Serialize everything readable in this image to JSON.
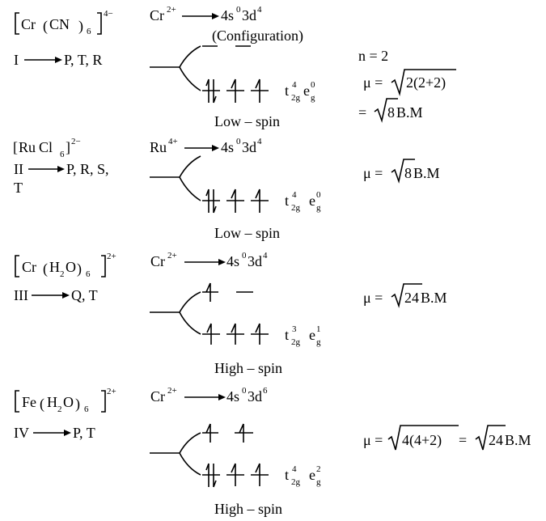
{
  "complexes": [
    {
      "formula": {
        "metal": "Cr",
        "ligand": "CN",
        "count": "6",
        "charge": "4−"
      },
      "assignment": {
        "numeral": "I",
        "options": "P, T, R"
      },
      "ion": {
        "symbol": "Cr",
        "charge": "2+"
      },
      "config": {
        "s_count": "0",
        "d_count": "4"
      },
      "config_note": "(Configuration)",
      "t2g": "4",
      "eg": "0",
      "spin": "Low – spin",
      "moment": [
        "n = 2",
        "μ = ",
        "2(2+2)",
        "= ",
        "8",
        " B.M"
      ]
    },
    {
      "formula": {
        "metal": "Ru",
        "ligand": "Cl",
        "count": "6",
        "charge": "2−"
      },
      "assignment": {
        "numeral": "II",
        "options": "P, R, S,",
        "options_cont": "T"
      },
      "ion": {
        "symbol": "Ru",
        "charge": "4+"
      },
      "config": {
        "s_count": "0",
        "d_count": "4"
      },
      "t2g": "4",
      "eg": "0",
      "spin": "Low – spin",
      "moment": [
        "μ = ",
        "8",
        "  B.M"
      ]
    },
    {
      "formula": {
        "metal": "Cr",
        "ligand": "H",
        "ligand_sub": "2",
        "ligand_end": "O",
        "count": "6",
        "charge": "2+"
      },
      "assignment": {
        "numeral": "III",
        "options": "Q, T"
      },
      "ion": {
        "symbol": "Cr",
        "charge": "2+"
      },
      "config": {
        "s_count": "0",
        "d_count": "4"
      },
      "t2g": "3",
      "eg": "1",
      "spin": "High – spin",
      "moment": [
        "μ = ",
        "24",
        " B.M"
      ]
    },
    {
      "formula": {
        "metal": "Fe",
        "ligand": "H",
        "ligand_sub": "2",
        "ligand_end": "O",
        "count": "6",
        "charge": "2+"
      },
      "assignment": {
        "numeral": "IV",
        "options": "P, T"
      },
      "ion": {
        "symbol": "Cr",
        "charge": "2+"
      },
      "config": {
        "s_count": "0",
        "d_count": "6"
      },
      "t2g": "4",
      "eg": "2",
      "spin": "High – spin",
      "moment": [
        "μ = ",
        "4(4+2)",
        " = ",
        "24",
        " B.M"
      ]
    }
  ],
  "labels": {
    "s_orbital": "4s",
    "d_orbital": "3d",
    "t2g_sub": "2g",
    "eg_sub": "g",
    "t": "t",
    "e": "e"
  }
}
